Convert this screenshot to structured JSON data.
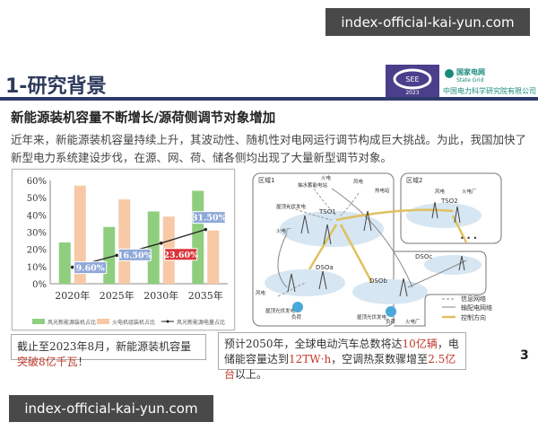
{
  "watermark_top": "index-official-kai-yun.com",
  "watermark_bottom": "index-official-kai-yun.com",
  "title": "1-研究背景",
  "logo": {
    "badge_text": "SEE",
    "badge_year": "2023",
    "org_cn": "国家电网",
    "org_en": "State Grid",
    "org_sub": "中国电力科学研究院有限公司"
  },
  "subtitle": "新能源装机容量不断增长/源荷侧调节对象增加",
  "intro": "近年来，新能源装机容量持续上升，其波动性、随机性对电网运行调节构成巨大挑战。为此，我国加快了新型电力系统建设步伐，在源、网、荷、储各侧均出现了大量新型调节对象。",
  "chart_data": {
    "type": "bar",
    "categories": [
      "2020年",
      "2025年",
      "2030年",
      "2035年"
    ],
    "ylim": [
      0,
      60
    ],
    "yticks": [
      "0%",
      "10%",
      "20%",
      "30%",
      "40%",
      "50%",
      "60%"
    ],
    "grid": false,
    "legend_placement": "bottom",
    "series": [
      {
        "name": "风光新能源装机占比",
        "kind": "bar",
        "color": "#8fce7e",
        "values": [
          24,
          33,
          42,
          54
        ]
      },
      {
        "name": "火电机组装机占比",
        "kind": "bar",
        "color": "#f7c9a6",
        "values": [
          57,
          49,
          39,
          31
        ]
      },
      {
        "name": "风光新能源电量占比",
        "kind": "line",
        "color": "#222222",
        "values": [
          9.6,
          16.5,
          23.6,
          31.5
        ],
        "labels": [
          "9.60%",
          "16.50%",
          "23.60%",
          "31.50%"
        ],
        "label_colors": [
          "#8fa8d8",
          "#8fa8d8",
          "#d9343a",
          "#8fa8d8"
        ]
      }
    ]
  },
  "network": {
    "region1": "区域1",
    "region2": "区域2",
    "tso1": "TSO1",
    "tso2": "TSO2",
    "dsoa": "DSOa",
    "dsob": "DSOb",
    "dsoc": "DSOc",
    "nodes": [
      "抽水蓄能电站",
      "火电",
      "风电",
      "热电站",
      "屋顶光伏发电",
      "火电厂",
      "风电",
      "火电厂",
      "风电",
      "屋顶光伏发电",
      "负荷",
      "屋顶光伏发电",
      "负荷",
      "火电厂"
    ],
    "ellipsis": "• • •",
    "legend": [
      "信息网络",
      "输配电网络",
      "控制方向"
    ]
  },
  "note_left": {
    "pre": "截止至2023年8月，新能源装机容量",
    "hl": "突破8亿千瓦",
    "post": "！"
  },
  "note_right": {
    "p1": "预计2050年，全球电动汽车总数将达",
    "h1": "10亿辆",
    "p2": "，电储能容量达到",
    "h2": "12TW·h",
    "p3": "，空调热泵数骤增至",
    "h3": "2.5亿台",
    "p4": "以上。"
  },
  "page_number": "3"
}
